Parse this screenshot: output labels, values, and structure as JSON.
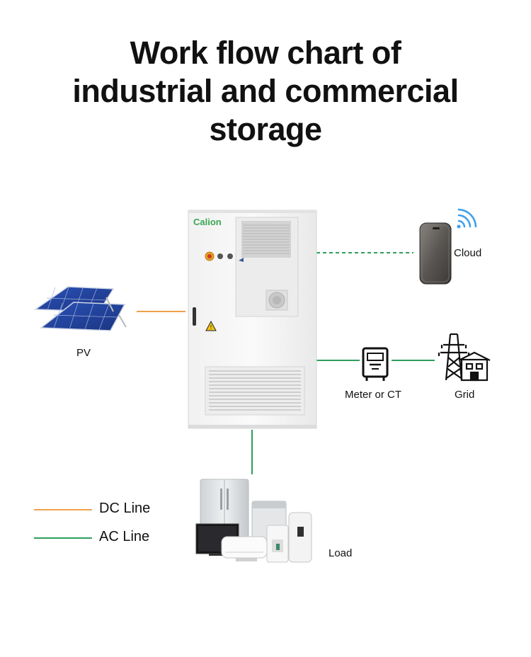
{
  "title": {
    "line1": "Work flow chart of",
    "line2": "industrial and commercial",
    "line3": "storage"
  },
  "cabinet": {
    "brand": "Calion"
  },
  "nodes": {
    "pv": "PV",
    "cloud": "Cloud",
    "meter": "Meter or CT",
    "grid": "Grid",
    "load": "Load"
  },
  "legend": {
    "dc": "DC Line",
    "ac": "AC Line"
  },
  "colors": {
    "dc_line": "#f0a04b",
    "ac_line": "#2e9e5c",
    "brand": "#3aa655"
  }
}
